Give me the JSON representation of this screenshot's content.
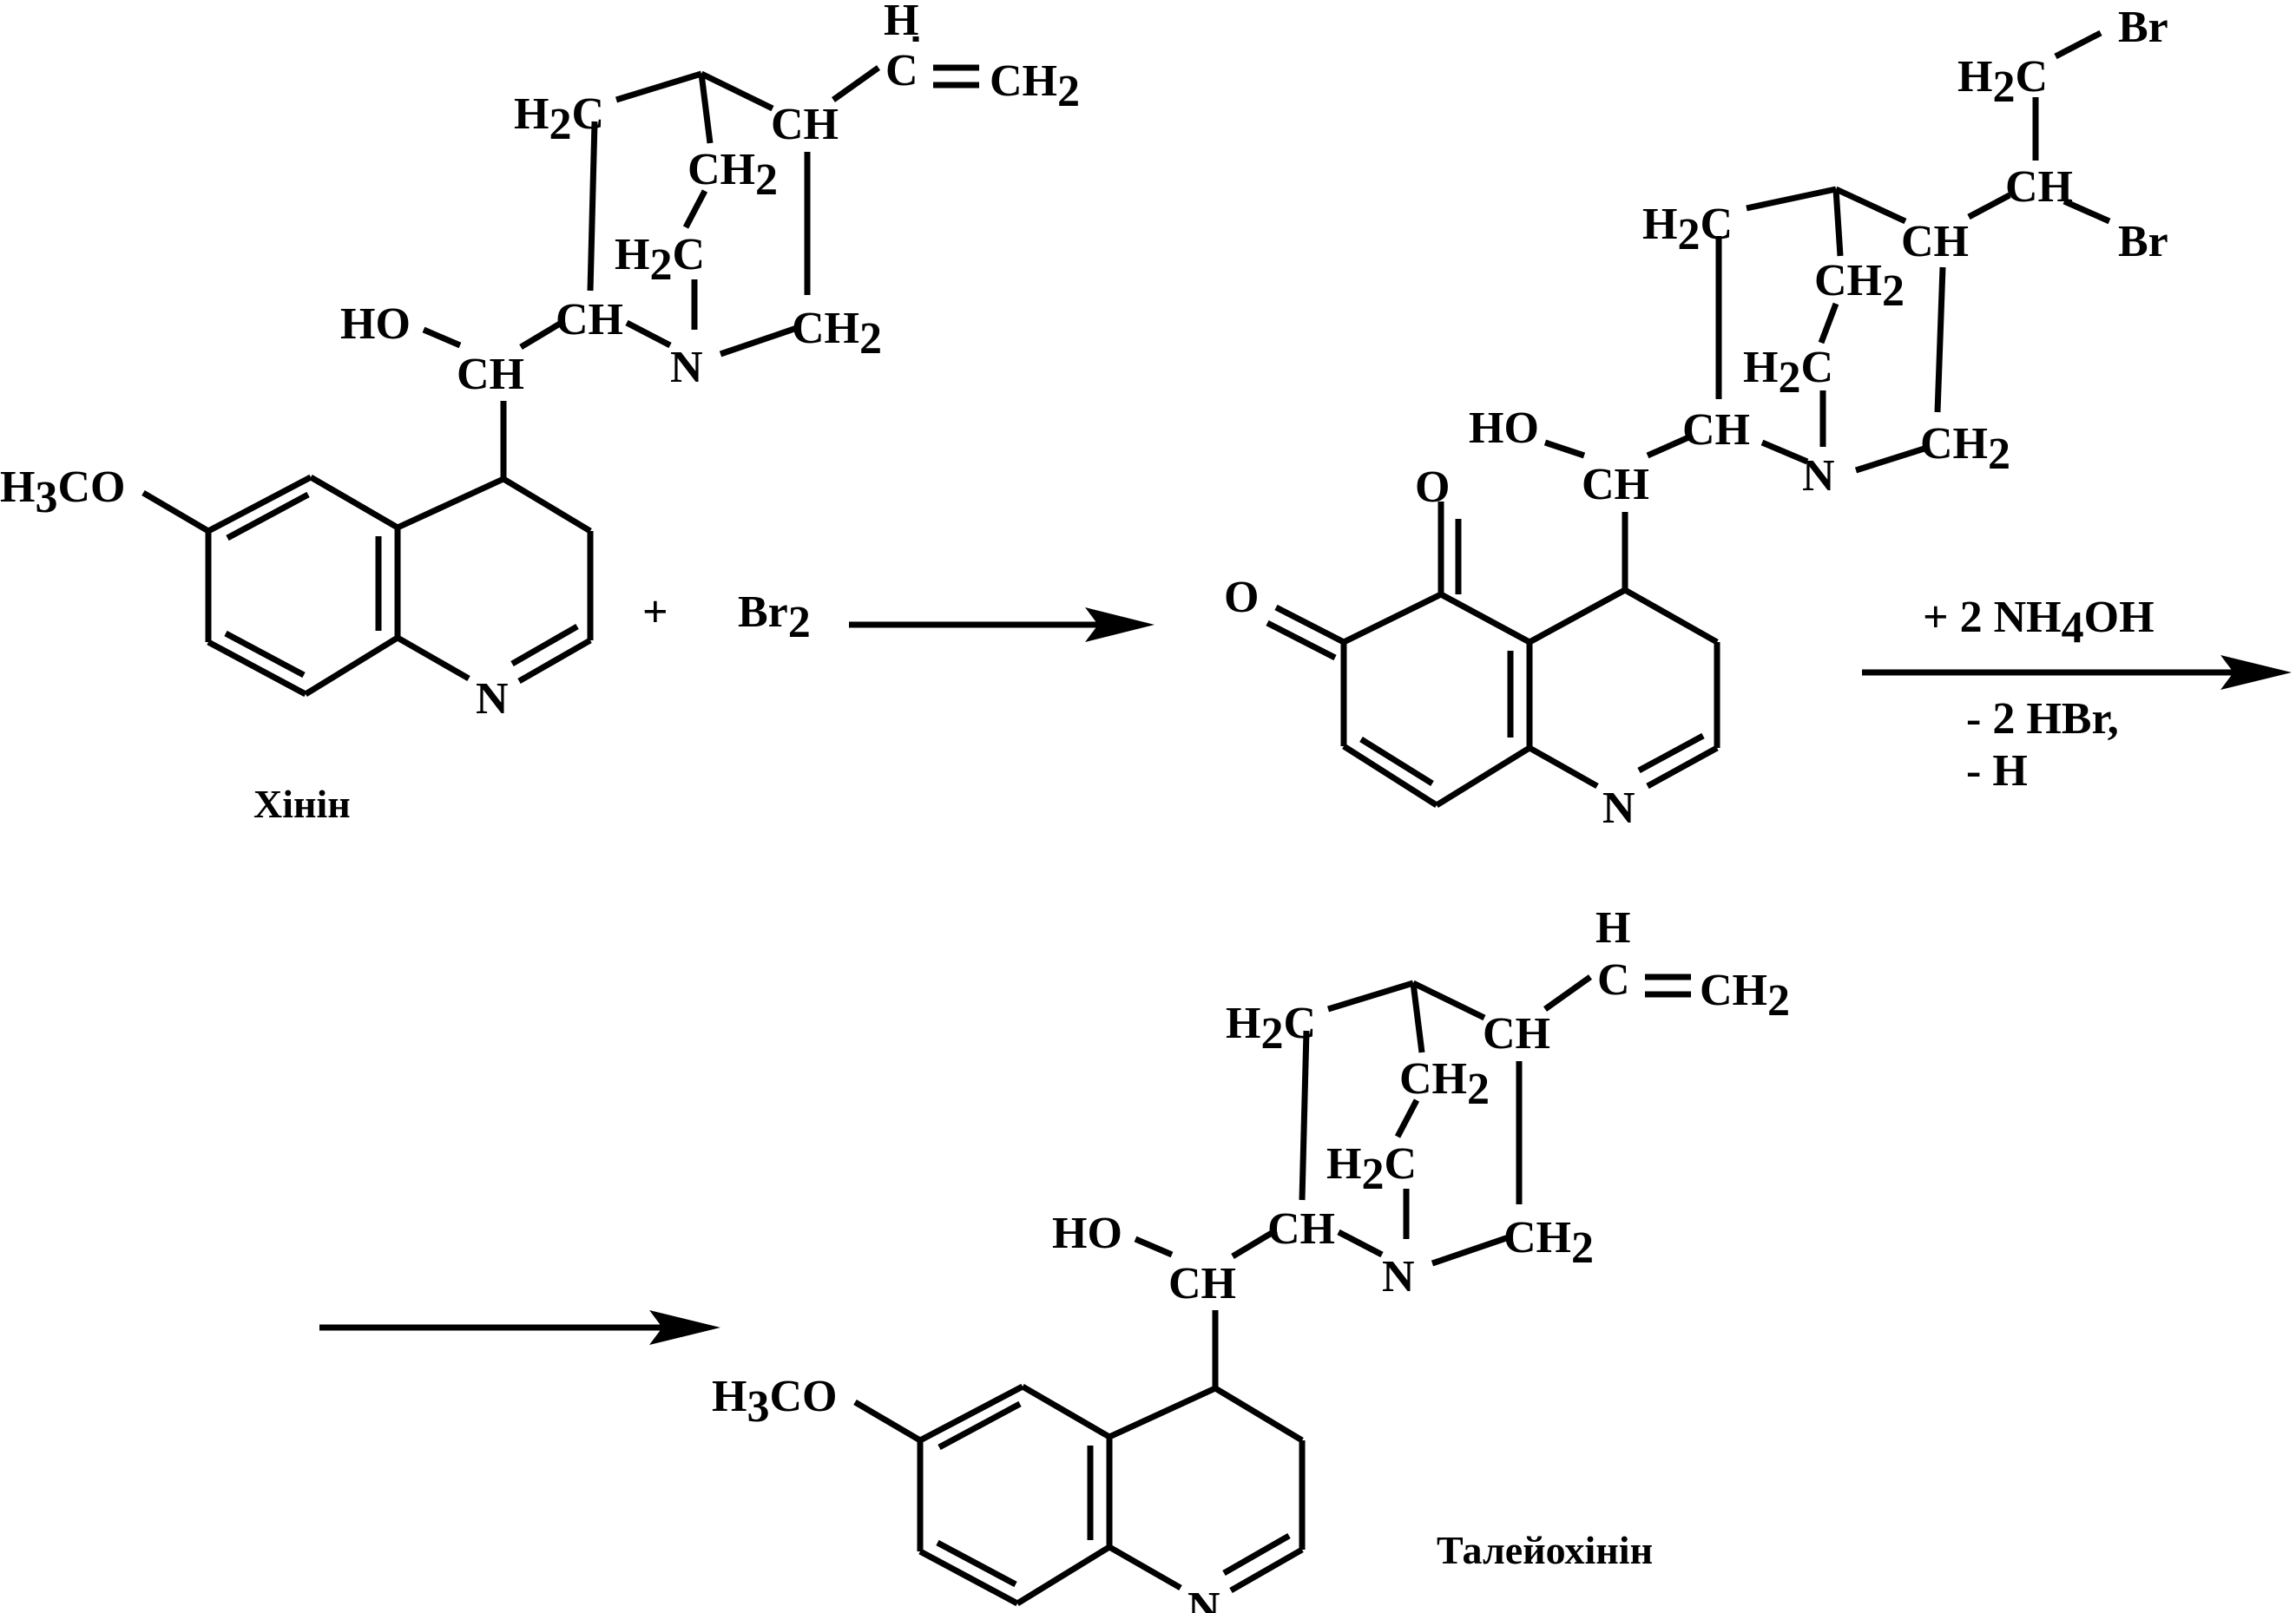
{
  "molecules": {
    "quinine": {
      "name": "Хінін",
      "methoxy": {
        "main": "H",
        "sub": "3",
        "tail": "CO"
      },
      "ring_n": "N",
      "hydroxyl": "HO",
      "carbinol": "CH",
      "bridge_ch": "CH",
      "quin_n": "N",
      "ch2_right": {
        "main": "CH",
        "sub": "2"
      },
      "h2c_inner": {
        "main": "H",
        "sub": "2",
        "tail": "C"
      },
      "ch2_inner": {
        "main": "CH",
        "sub": "2"
      },
      "h2c_left": {
        "main": "H",
        "sub": "2",
        "tail": "C"
      },
      "ch_vinyl": "CH",
      "vinyl_h": "H",
      "vinyl_c": "C",
      "vinyl_ch2": {
        "main": "CH",
        "sub": "2"
      }
    },
    "intermediate": {
      "oxo_top": "O",
      "oxo_left": "O",
      "ring_n": "N",
      "hydroxyl": "HO",
      "carbinol": "CH",
      "bridge_ch": "CH",
      "quin_n": "N",
      "ch2_right": {
        "main": "CH",
        "sub": "2"
      },
      "h2c_inner": {
        "main": "H",
        "sub": "2",
        "tail": "C"
      },
      "ch2_inner": {
        "main": "CH",
        "sub": "2"
      },
      "h2c_left": {
        "main": "H",
        "sub": "2",
        "tail": "C"
      },
      "ch_side": "CH",
      "chbr": "CH",
      "br_lower": "Br",
      "h2c_top": {
        "main": "H",
        "sub": "2",
        "tail": "C"
      },
      "br_upper": "Br"
    },
    "thalleioquinine": {
      "name": "Талейохінін",
      "methoxy": {
        "main": "H",
        "sub": "3",
        "tail": "CO"
      },
      "ring_n": "N",
      "hydroxyl": "HO",
      "carbinol": "CH",
      "bridge_ch": "CH",
      "quin_n": "N",
      "ch2_right": {
        "main": "CH",
        "sub": "2"
      },
      "h2c_inner": {
        "main": "H",
        "sub": "2",
        "tail": "C"
      },
      "ch2_inner": {
        "main": "CH",
        "sub": "2"
      },
      "h2c_left": {
        "main": "H",
        "sub": "2",
        "tail": "C"
      },
      "ch_vinyl": "CH",
      "vinyl_h": "H",
      "vinyl_c": "C",
      "vinyl_ch2": {
        "main": "CH",
        "sub": "2"
      }
    }
  },
  "reaction": {
    "plus": "+",
    "reagent": {
      "main": "Br",
      "sub": "2"
    },
    "step2_reagent": {
      "pre": "+ 2 NH",
      "sub": "4",
      "post": "OH"
    },
    "step2_byproduct_1": "- 2 HBr,",
    "step2_byproduct_2": "- H"
  }
}
